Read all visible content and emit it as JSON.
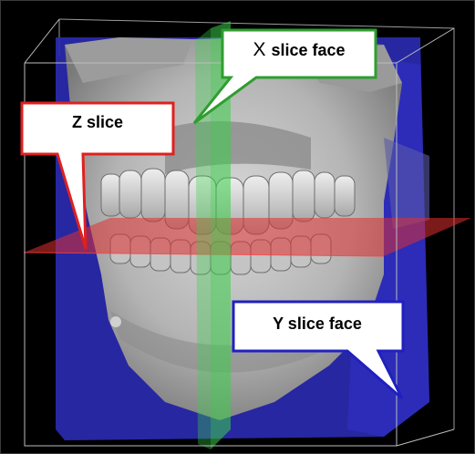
{
  "callouts": {
    "x_slice": {
      "prefix": "X",
      "label": "slice face",
      "border_color": "#2e9e2e"
    },
    "z_slice": {
      "label": "Z slice",
      "border_color": "#e02020"
    },
    "y_slice": {
      "label": "Y slice face",
      "border_color": "#2020c0"
    }
  },
  "colors": {
    "background": "#000000",
    "skull": "#b8b8b8",
    "volume_blue": "#2a2ab0",
    "x_plane": "#3ad04a",
    "z_plane": "#e03030"
  }
}
